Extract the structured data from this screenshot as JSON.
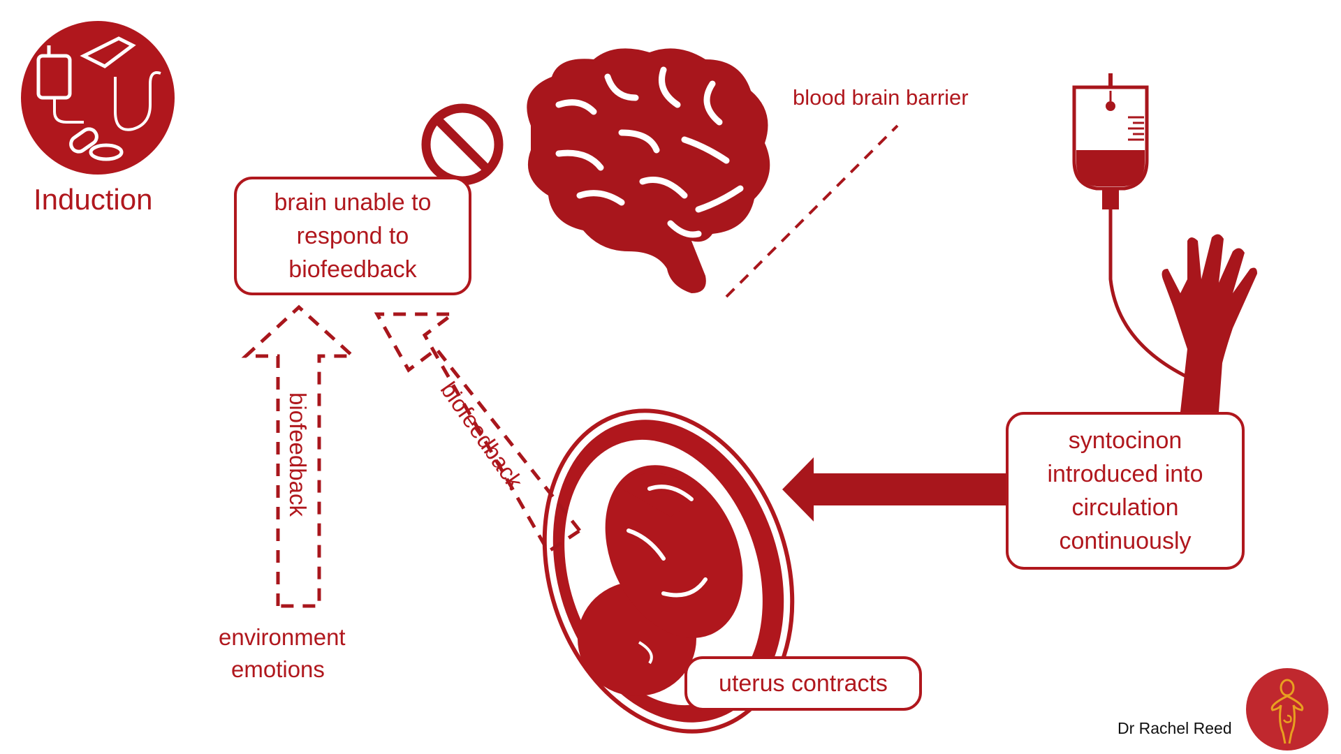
{
  "title": "Induction",
  "boxes": {
    "brain": [
      "brain unable to",
      "respond to",
      "biofeedback"
    ],
    "syntocinon": [
      "syntocinon",
      "introduced into",
      "circulation",
      "continuously"
    ],
    "uterus": "uterus contracts"
  },
  "labels": {
    "bbb": "blood brain barrier",
    "env1": "environment",
    "env2": "emotions",
    "biofeedback_left": "biofeedback",
    "biofeedback_right": "biofeedback"
  },
  "credit": "Dr Rachel Reed",
  "colors": {
    "accent": "#b0171d",
    "dark": "#a8161c",
    "logo": "#c0282e",
    "logo_line": "#e8a020"
  },
  "icons": [
    "induction-logo-icon",
    "no-entry-icon",
    "brain-icon",
    "iv-bag-icon",
    "hand-icon",
    "uterus-fetus-icon",
    "goddess-logo-icon"
  ]
}
